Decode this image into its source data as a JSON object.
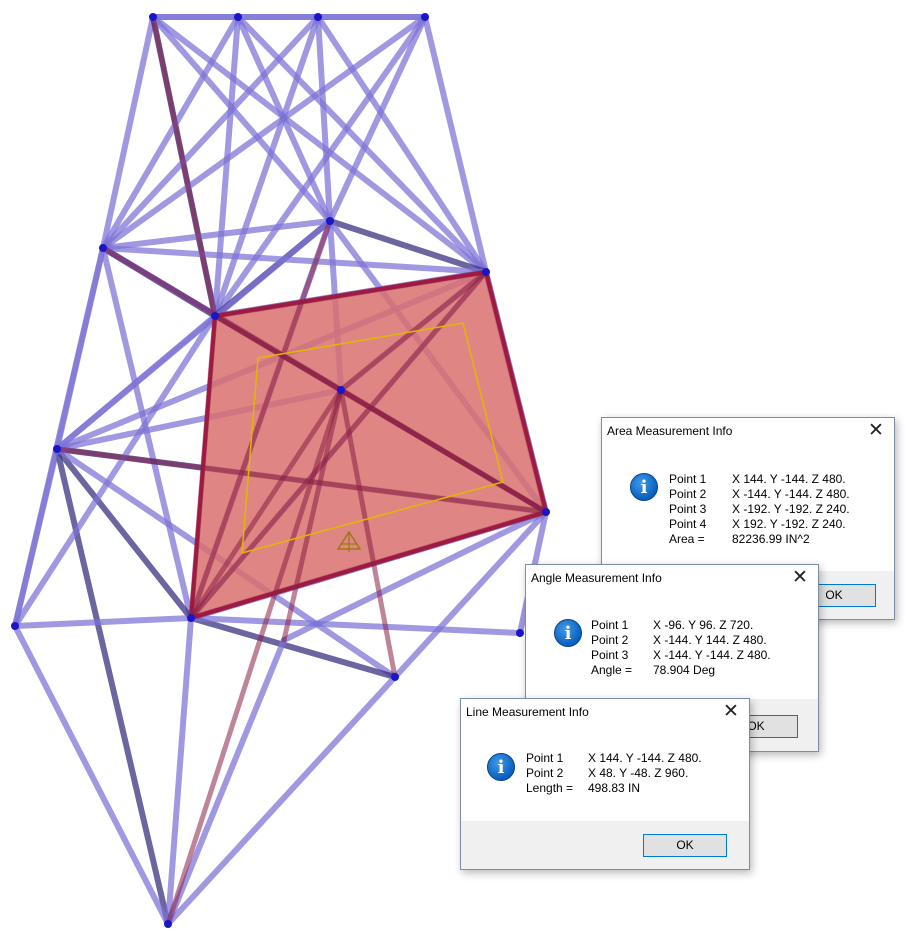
{
  "colors": {
    "truss": "#7b72d6",
    "truss_dark": "#3a3280",
    "node": "#1a16c8",
    "panel_fill": "#d9706e",
    "panel_edge": "#b5163d",
    "selection_outline": "#e0b800",
    "dialog_border": "#7a8ca6",
    "ok_border": "#0078d7"
  },
  "icons": {
    "info": "info-circle-icon",
    "close": "close-x-icon",
    "cursor": "triad-cursor-icon"
  },
  "area_dialog": {
    "title": "Area Measurement Info",
    "close_glyph": "✕",
    "rows": [
      {
        "label": "Point 1",
        "value": "X 144.  Y -144.  Z 480."
      },
      {
        "label": "Point 2",
        "value": "X -144.  Y -144.  Z 480."
      },
      {
        "label": "Point 3",
        "value": "X -192.  Y -192.  Z 240."
      },
      {
        "label": "Point 4",
        "value": "X 192.  Y -192.  Z 240."
      },
      {
        "label": "Area =",
        "value": "82236.99 IN^2"
      }
    ],
    "ok_label": "OK"
  },
  "angle_dialog": {
    "title": "Angle Measurement Info",
    "close_glyph": "✕",
    "rows": [
      {
        "label": "Point 1",
        "value": "X -96.  Y 96.  Z 720."
      },
      {
        "label": "Point 2",
        "value": "X -144.  Y 144.  Z 480."
      },
      {
        "label": "Point 3",
        "value": "X -144.  Y -144.  Z 480."
      },
      {
        "label": "Angle =",
        "value": "78.904 Deg"
      }
    ],
    "ok_label": "OK"
  },
  "line_dialog": {
    "title": "Line Measurement Info",
    "close_glyph": "✕",
    "rows": [
      {
        "label": "Point 1",
        "value": "X 144.  Y -144.  Z 480."
      },
      {
        "label": "Point 2",
        "value": "X 48.  Y -48.  Z 960."
      },
      {
        "label": "Length =",
        "value": "498.83 IN"
      }
    ],
    "ok_label": "OK"
  }
}
